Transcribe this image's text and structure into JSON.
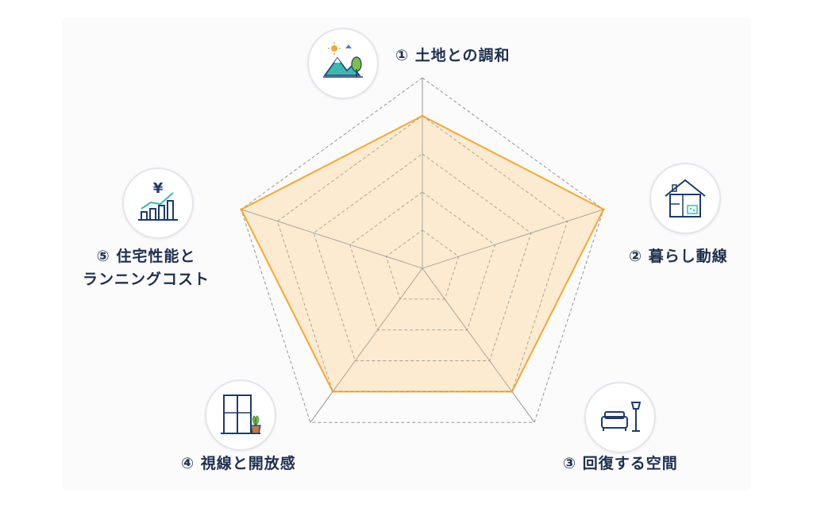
{
  "chart_data": {
    "type": "radar",
    "axes": [
      "① 土地との調和",
      "② 暮らし動線",
      "③ 回復する空間",
      "④ 視線と開放感",
      "⑤ 住宅性能とランニングコスト"
    ],
    "axis_label_lines": [
      [
        "① 土地との調和"
      ],
      [
        "② 暮らし動線"
      ],
      [
        "③ 回復する空間"
      ],
      [
        "④ 視線と開放感"
      ],
      [
        "⑤ 住宅性能と",
        "ランニングコスト"
      ]
    ],
    "values": [
      4,
      5,
      4,
      4,
      5
    ],
    "max": 5,
    "rings": 5,
    "colors": {
      "fill": "#fce7c8",
      "stroke": "#f5a832",
      "grid": "#888888",
      "label": "#1e2f4e",
      "icon": "#1e3a6e",
      "icon_teal": "#3cb8b0",
      "icon_green": "#7cc242"
    },
    "icons": [
      "landscape-icon",
      "house-floorplan-icon",
      "sofa-lamp-icon",
      "window-plant-icon",
      "yen-bar-chart-icon"
    ]
  }
}
